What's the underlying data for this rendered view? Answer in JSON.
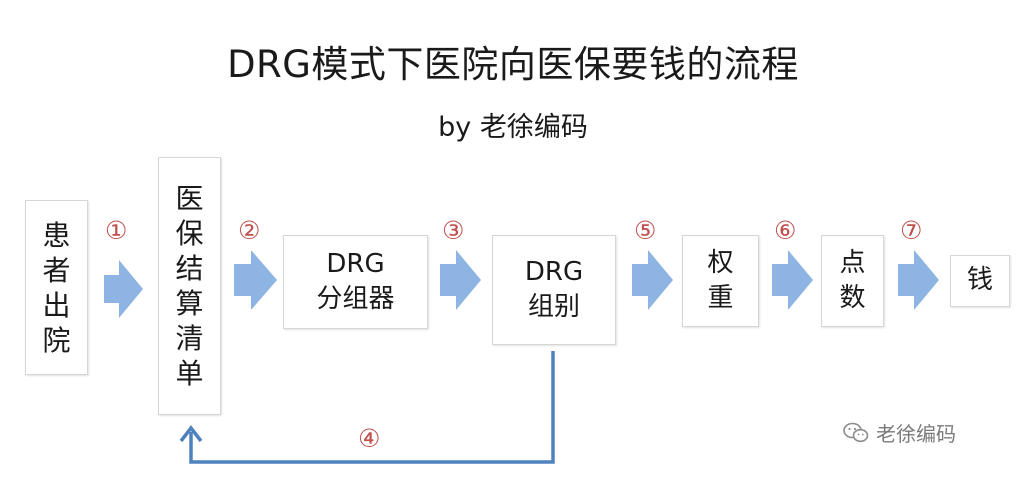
{
  "header": {
    "title": "DRG模式下医院向医保要钱的流程",
    "subtitle": "by 老徐编码"
  },
  "nodes": {
    "patient_discharge": "患\n者\n出\n院",
    "settlement_list": "医\n保\n结\n算\n清\n单",
    "drg_grouper": "DRG\n分组器",
    "drg_group": "DRG\n组别",
    "weight": "权\n重",
    "points": "点\n数",
    "money": "钱"
  },
  "steps": {
    "s1": "①",
    "s2": "②",
    "s3": "③",
    "s4": "④",
    "s5": "⑤",
    "s6": "⑥",
    "s7": "⑦"
  },
  "watermark": {
    "text": "老徐编码",
    "icon": "wechat-icon"
  },
  "colors": {
    "arrow_fill": "#8db4e2",
    "feedback_line": "#4f81bd",
    "step_number": "#c0504d"
  }
}
